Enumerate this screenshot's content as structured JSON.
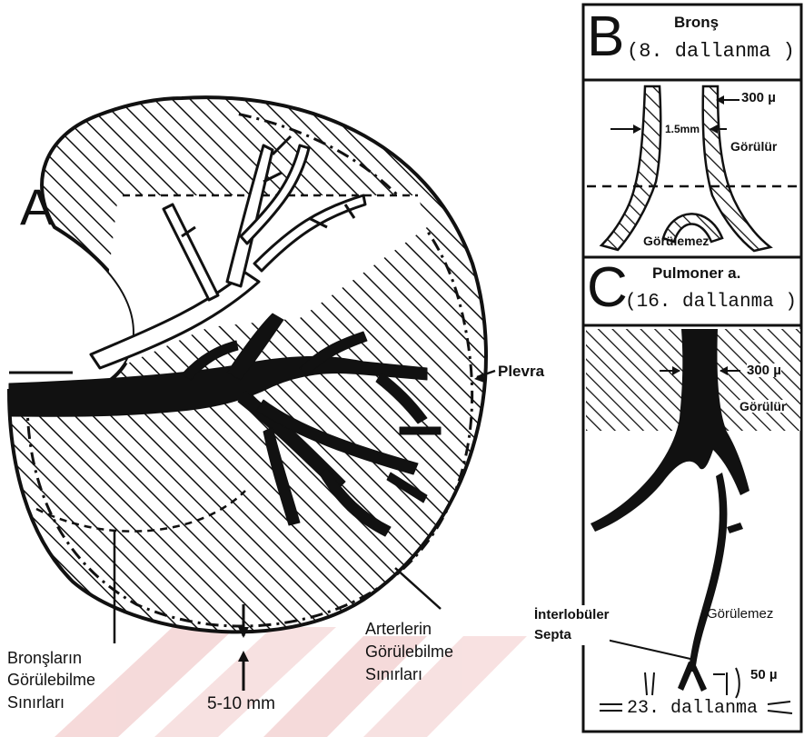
{
  "panel_a": {
    "letter": "A",
    "pleura_label": "Plevra",
    "bronchi_limit": [
      "Bronşların",
      "Görülebilme",
      "Sınırları"
    ],
    "arteries_limit": [
      "Arterlerin",
      "Görülebilme",
      "Sınırları"
    ],
    "depth_label": "5-10 mm"
  },
  "panel_b": {
    "letter": "B",
    "title": "Bronş",
    "subtitle": "(8. dallanma )",
    "wall_label": "300 µ",
    "diameter_label": "1.5mm",
    "visible_label": "Görülür",
    "not_visible_label": "Görülemez"
  },
  "panel_c": {
    "letter": "C",
    "title": "Pulmoner a.",
    "subtitle": "(16. dallanma )",
    "size_label": "300 µ",
    "visible_label": "Görülür",
    "not_visible_label": "Görülemez",
    "septa_label": [
      "İnterlobüler",
      "Septa"
    ],
    "small_label": "50 µ",
    "generation_label": "23. dallanma"
  },
  "colors": {
    "ink": "#111111",
    "paper": "#ffffff",
    "watermark": "#f2c9c9"
  }
}
